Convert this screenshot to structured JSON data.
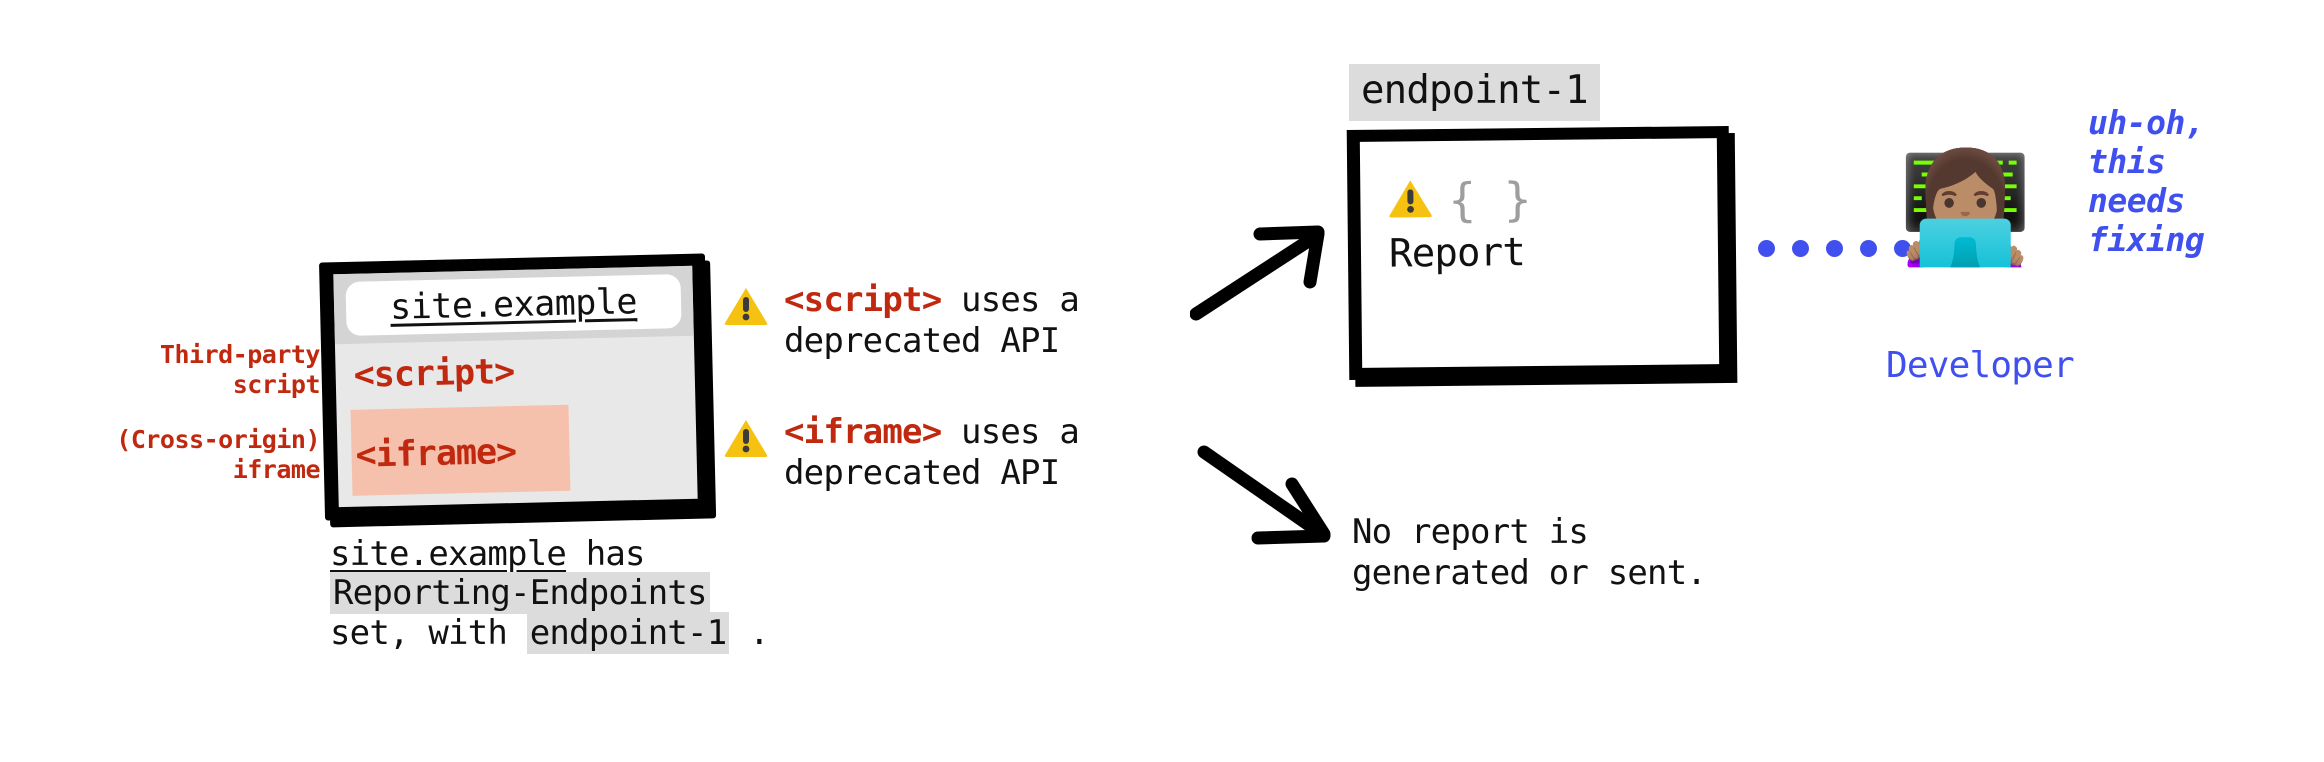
{
  "diagram": {
    "title": "Reporting API: third-party script and cross-origin iframe report delivery",
    "colors": {
      "red": "#c0290f",
      "blue": "#4050ef",
      "chip_gray": "#dcdcdc",
      "highlight_salmon": "#f6c1ac",
      "warning_yellow": "#f5c211",
      "black": "#000000"
    }
  },
  "side_labels": {
    "script_line1": "Third-party",
    "script_line2": "script",
    "iframe_line1": "(Cross-origin)",
    "iframe_line2": "iframe"
  },
  "browser": {
    "url": "site.example",
    "script_tag": "<script>",
    "iframe_tag": "<iframe>"
  },
  "caption": {
    "line1_domain": "site.example",
    "line1_rest": " has",
    "line2_code": "Reporting-Endpoints",
    "line3_prefix": "set, with ",
    "line3_code": "endpoint-1",
    "line3_suffix": " ."
  },
  "warnings": [
    {
      "icon": "warning-triangle-icon",
      "code": "<script>",
      "text": " uses a\ndeprecated API"
    },
    {
      "icon": "warning-triangle-icon",
      "code": "<iframe>",
      "text": " uses a\ndeprecated API"
    }
  ],
  "endpoint": {
    "chip_label": "endpoint-1",
    "braces": "{ }",
    "report_label": "Report"
  },
  "no_report": {
    "text": "No report is\ngenerated or sent."
  },
  "developer": {
    "emoji": "👩🏽‍💻",
    "label": "Developer",
    "speech": "uh-oh,\nthis\nneeds\nfixing",
    "dot_count": 6
  }
}
